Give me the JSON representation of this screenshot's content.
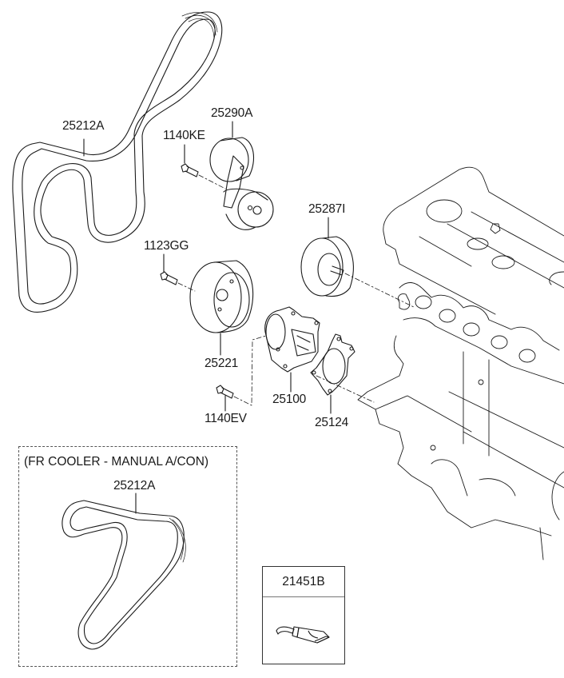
{
  "diagram": {
    "type": "exploded parts diagram",
    "subject": "Engine accessory drive belt, tensioner, idler pulleys and water pump",
    "line_color": "#1a1a1a",
    "background": "#ffffff"
  },
  "parts": [
    {
      "id": "belt-main",
      "number": "25212A",
      "description": "drive belt (serpentine)"
    },
    {
      "id": "tensioner",
      "number": "25290A",
      "description": "belt tensioner assembly"
    },
    {
      "id": "tensioner-bolt",
      "number": "1140KE",
      "description": "tensioner bolt"
    },
    {
      "id": "idler-upper",
      "number": "25287I",
      "description": "idler pulley"
    },
    {
      "id": "pulley-bolt",
      "number": "1123GG",
      "description": "pulley bolt"
    },
    {
      "id": "water-pump-pulley",
      "number": "25221",
      "description": "water pump pulley"
    },
    {
      "id": "water-pump",
      "number": "25100",
      "description": "water pump"
    },
    {
      "id": "gasket",
      "number": "25124",
      "description": "water pump gasket"
    },
    {
      "id": "pump-bolt",
      "number": "1140EV",
      "description": "water pump bolt"
    }
  ],
  "variant_box": {
    "caption": "(FR COOLER - MANUAL A/CON)",
    "part_number": "25212A"
  },
  "kit_box": {
    "part_number": "21451B",
    "icon": "sealant-tube-icon"
  }
}
